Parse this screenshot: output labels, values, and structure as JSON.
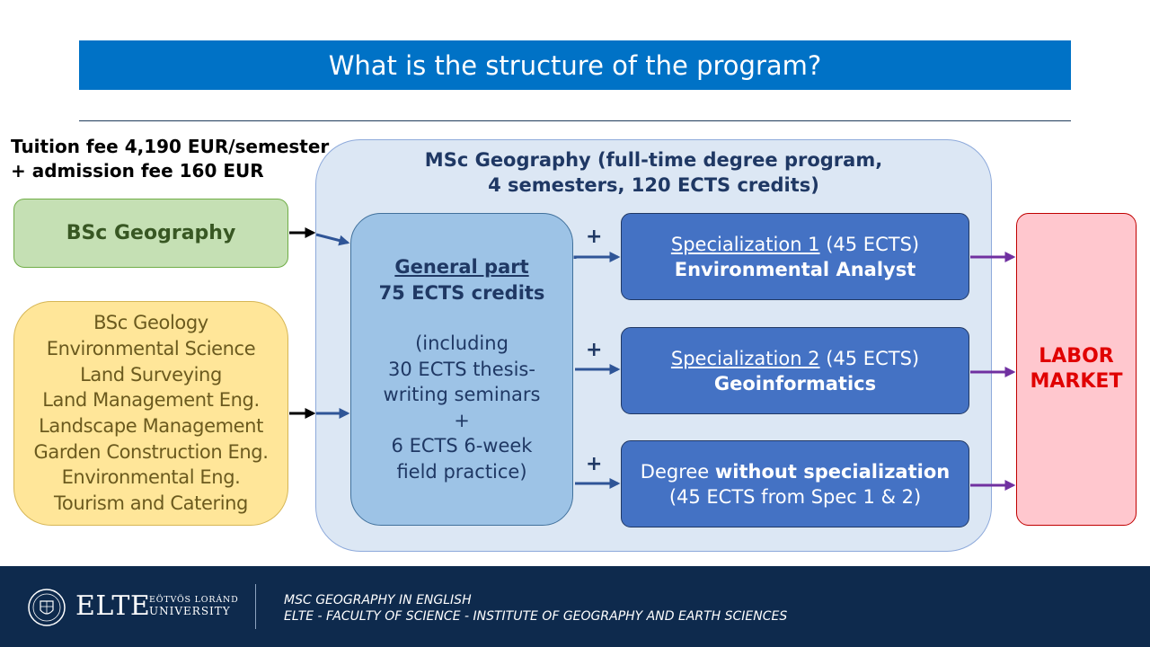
{
  "title": "What is the structure of the program?",
  "fee": {
    "line1": "Tuition fee 4,190 EUR/semester",
    "line2": "+ admission fee 160 EUR"
  },
  "bsc_geography": "BSc Geography",
  "bsc_other": [
    "BSc Geology",
    "Environmental Science",
    "Land Surveying",
    "Land Management Eng.",
    "Landscape Management",
    "Garden Construction Eng.",
    "Environmental Eng.",
    "Tourism and Catering"
  ],
  "msc": {
    "line1": "MSc Geography (full-time degree program,",
    "line2": "4 semesters, 120 ECTS credits)"
  },
  "general": {
    "heading": "General part",
    "credits": "75 ECTS credits",
    "note_lines": [
      "(including",
      "30 ECTS thesis-",
      "writing seminars",
      "+",
      "6 ECTS 6-week",
      "field practice)"
    ]
  },
  "plus_sign": "+",
  "specializations": [
    {
      "name": "Specialization 1",
      "credits": " (45 ECTS)",
      "title": "Environmental Analyst"
    },
    {
      "name": "Specialization 2",
      "credits": " (45 ECTS)",
      "title": "Geoinformatics"
    }
  ],
  "no_spec": {
    "prefix": "Degree ",
    "bold": "without specialization",
    "line2": "(45 ECTS from Spec 1 & 2)"
  },
  "labor_market": {
    "line1": "LABOR",
    "line2": "MARKET"
  },
  "footer": {
    "logo_word": "ELTE",
    "logo_sub1": "EÖTVÖS LORÁND",
    "logo_sub2": "UNIVERSITY",
    "line1": "MSC GEOGRAPHY IN ENGLISH",
    "line2": "ELTE - FACULTY OF SCIENCE - INSTITUTE OF GEOGRAPHY AND EARTH SCIENCES"
  },
  "colors": {
    "title_bar": "#0072c6",
    "spec_box": "#4472c4",
    "general_box": "#9dc3e6",
    "labor_text": "#e00000",
    "arrow_blue": "#2f5597",
    "arrow_purple": "#7030a0",
    "footer": "#0e2a4d"
  }
}
